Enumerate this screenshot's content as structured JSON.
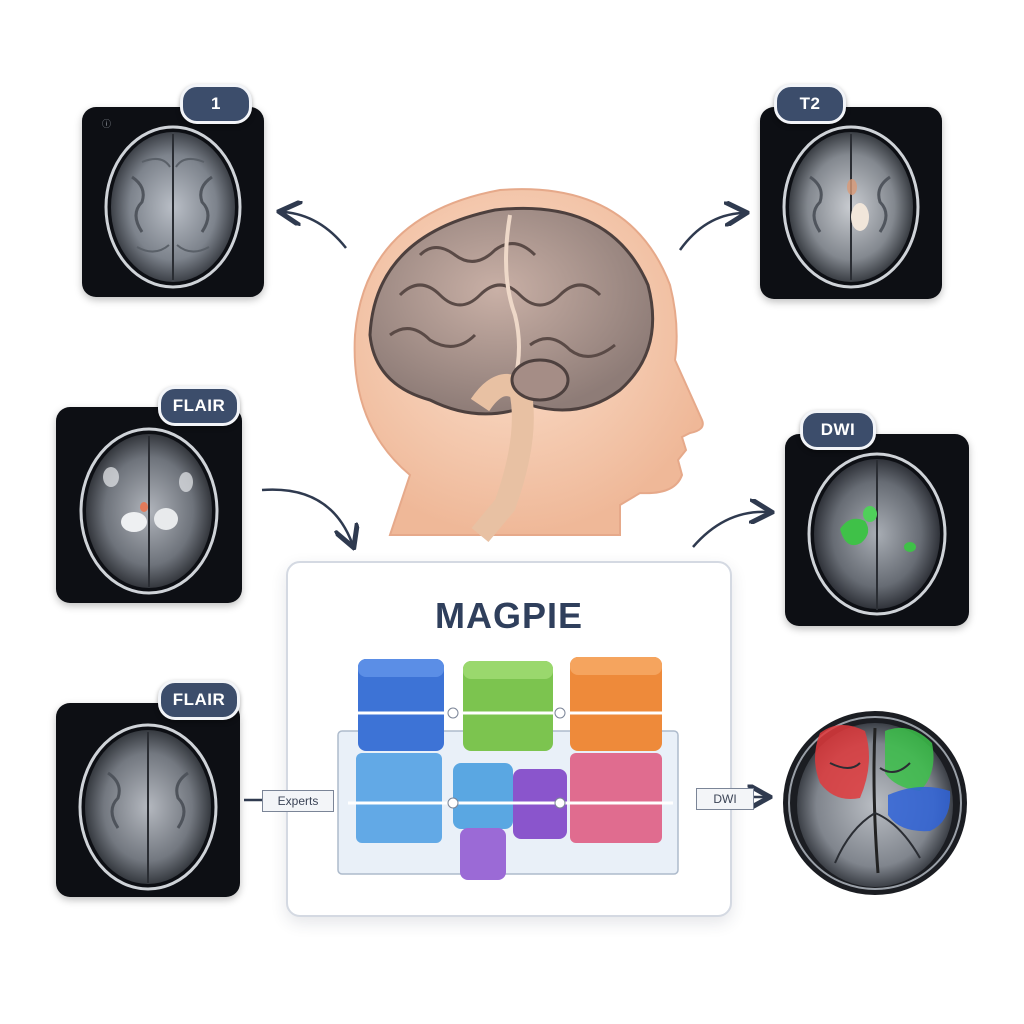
{
  "scans": [
    {
      "id": "scan-top-left",
      "label": "1"
    },
    {
      "id": "scan-top-right",
      "label": "T2"
    },
    {
      "id": "scan-mid-left",
      "label": "FLAIR"
    },
    {
      "id": "scan-mid-right",
      "label": "DWI"
    },
    {
      "id": "scan-bottom-left",
      "label": "FLAIR"
    }
  ],
  "model": {
    "title": "MAGPIE",
    "input_tag": "Experts",
    "output_tag": "DWI"
  },
  "colors": {
    "badge": "#3c4d6b",
    "blue": "#3d73d6",
    "green": "#7cc44f",
    "orange": "#ee8a3a",
    "light_blue": "#62a9e6",
    "purple": "#8a55cc",
    "pink": "#e06c8f",
    "skin": "#f6cdb2"
  }
}
